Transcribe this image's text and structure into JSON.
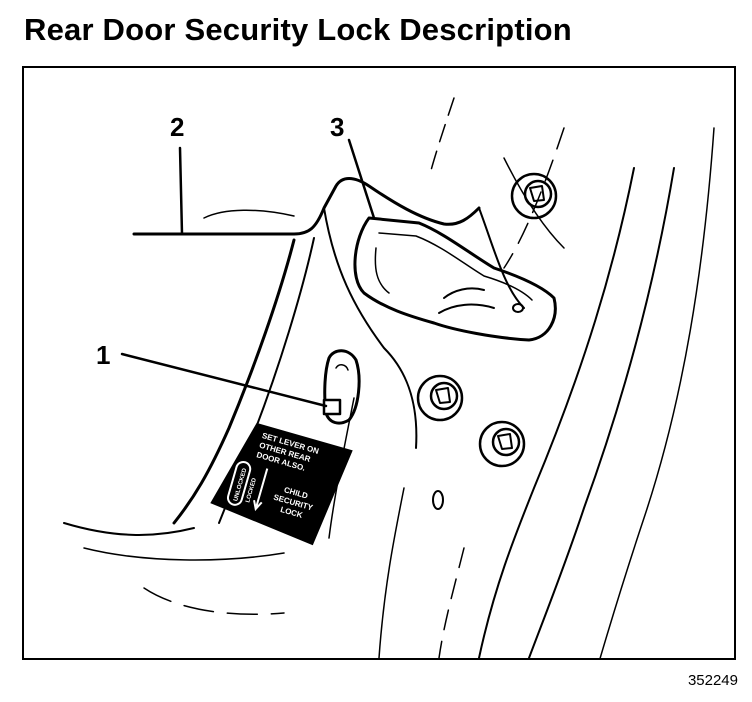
{
  "title": "Rear Door Security Lock Description",
  "figure_number": "352249",
  "callouts": {
    "one": "1",
    "two": "2",
    "three": "3"
  },
  "label": {
    "line1": "SET LEVER ON",
    "line2": "OTHER REAR",
    "line3": "DOOR ALSO.",
    "locked": "LOCKED",
    "unlocked": "UNLOCKED",
    "child_line1": "CHILD",
    "child_line2": "SECURITY",
    "child_line3": "LOCK"
  }
}
